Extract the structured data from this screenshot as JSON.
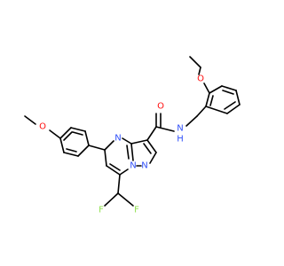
{
  "molecule": {
    "atoms": {
      "O_methoxy": "O",
      "N_ring_4": "N",
      "N_ring_bridge": "N",
      "N_ring_pyrazole": "N",
      "O_carbonyl": "O",
      "N_amide": "N",
      "H_amide": "H",
      "O_ethoxy": "O",
      "F_left": "F",
      "F_right": "F"
    },
    "colors": {
      "carbon_bond": "#000000",
      "nitrogen": "#3050F8",
      "oxygen": "#FF0D0D",
      "fluorine": "#90E050"
    }
  }
}
